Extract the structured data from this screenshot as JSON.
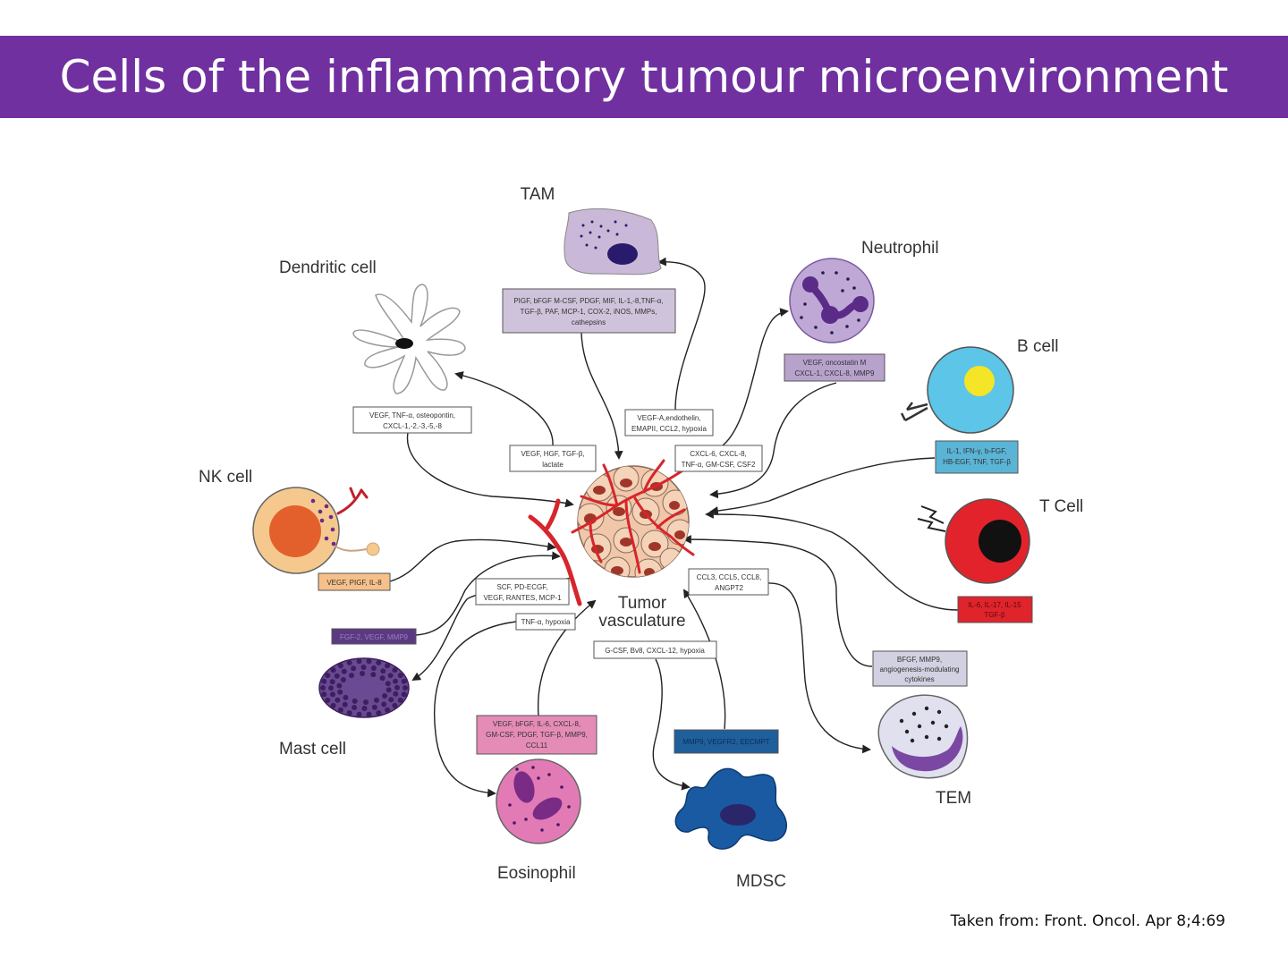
{
  "title": "Cells of the inflammatory tumour microenvironment",
  "footer": "Taken from: Front.  Oncol. Apr 8;4:69",
  "center_label": [
    "Tumor",
    "vasculature"
  ],
  "cells": {
    "tam": "TAM",
    "neutrophil": "Neutrophil",
    "dendritic": "Dendritic cell",
    "bcell": "B cell",
    "nkcell": "NK cell",
    "tcell": "T Cell",
    "mastcell": "Mast cell",
    "tem": "TEM",
    "eosinophil": "Eosinophil",
    "mdsc": "MDSC"
  },
  "factor_boxes": {
    "tam": [
      "PIGF, bFGF M-CSF, PDGF, MIF, IL-1,-8,TNF-α,",
      "TGF-β, PAF, MCP-1, COX-2, iNOS, MMPs,",
      "cathepsins"
    ],
    "tam_return": [
      "VEGF-A,endothelin,",
      "EMAPII, CCL2, hypoxia"
    ],
    "neutrophil": [
      "VEGF, oncostatin M",
      "CXCL-1, CXCL-8, MMP9"
    ],
    "neutrophil_return": [
      "CXCL-6, CXCL-8,",
      "TNF-α, GM-CSF, CSF2"
    ],
    "dendritic": [
      "VEGF, TNF-α, osteopontin,",
      "CXCL-1,-2,-3,-5,-8"
    ],
    "dendritic_return": [
      "VEGF, HGF, TGF-β,",
      "lactate"
    ],
    "bcell": [
      "IL-1, IFN-γ, b-FGF,",
      "HB-EGF, TNF, TGF-β"
    ],
    "tcell": [
      "IL-6, IL-17, IL-15",
      "TGF-β"
    ],
    "nkcell": [
      "VEGF, PIGF, IL-8"
    ],
    "mast_return": [
      "SCF, PD-ECGF,",
      "VEGF, RANTES, MCP-1"
    ],
    "mastcell": [
      "FGF-2, VEGF, MMP9"
    ],
    "eos_return": [
      "TNF-α, hypoxia"
    ],
    "eosinophil": [
      "VEGF, bFGF, IL-6, CXCL-8,",
      "GM-CSF, PDGF, TGF-β, MMP9,",
      "CCL11"
    ],
    "mdsc_return": [
      "G-CSF, Bv8, CXCL-12, hypoxia"
    ],
    "mdsc": [
      "MMP9, VEGFR2, EECMPT"
    ],
    "tem_return": [
      "CCL3, CCL5, CCL8,",
      "ANGPT2"
    ],
    "tem": [
      "BFGF, MMP9,",
      "angiogenesis-modulating",
      "cytokines"
    ]
  },
  "colors": {
    "title_bg": "#7030a0",
    "tam_box": "#cfc3dc",
    "neutrophil_box": "#b6a2cb",
    "bcell_box": "#5ab4d6",
    "tcell_box": "#e0242c",
    "nk_box": "#f5c089",
    "mast_box": "#5b3a82",
    "eos_box": "#e58cb6",
    "mdsc_box": "#1f5f9c",
    "tem_box": "#d2d1e2",
    "vessel": "#d7252b"
  }
}
